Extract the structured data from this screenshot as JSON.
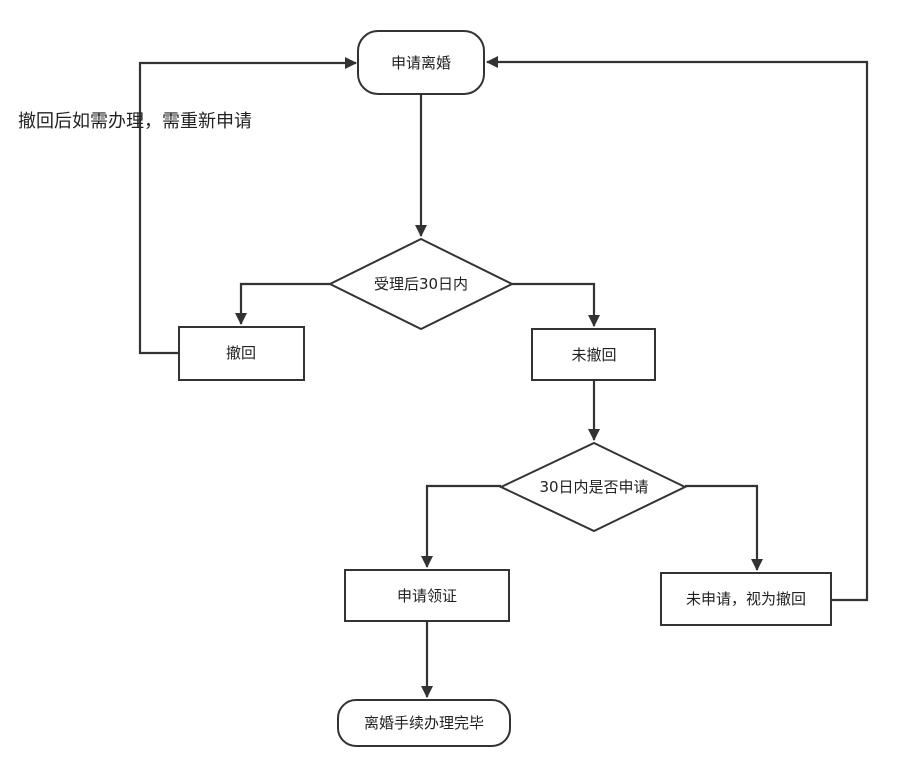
{
  "diagram": {
    "nodes": {
      "apply": {
        "label": "申请离婚",
        "shape": "terminator"
      },
      "decision_30days_after_acceptance": {
        "label": "受理后30日内",
        "shape": "decision"
      },
      "withdraw": {
        "label": "撤回",
        "shape": "process"
      },
      "not_withdrawn": {
        "label": "未撤回",
        "shape": "process"
      },
      "decision_apply_within_30days": {
        "label": "30日内是否申请",
        "shape": "decision"
      },
      "apply_certificate": {
        "label": "申请领证",
        "shape": "process"
      },
      "not_applied": {
        "label": "未申请，视为撤回",
        "shape": "process"
      },
      "complete": {
        "label": "离婚手续办理完毕",
        "shape": "terminator"
      }
    },
    "edge_labels": {
      "reapply_after_withdraw": "撤回后如需办理，需重新申请"
    },
    "colors": {
      "stroke": "#333333",
      "fill": "#ffffff",
      "text": "#222222"
    }
  }
}
